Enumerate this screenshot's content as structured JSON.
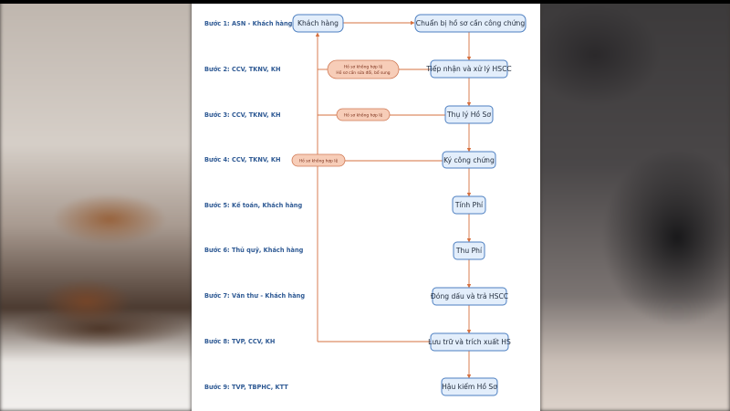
{
  "steps": [
    {
      "label": "Bước 1: ASN - Khách hàng"
    },
    {
      "label": "Bước 2: CCV, TKNV, KH"
    },
    {
      "label": "Bước 3:  CCV, TKNV, KH"
    },
    {
      "label": "Bước 4:  CCV, TKNV, KH"
    },
    {
      "label": "Bước 5: Kế toán, Khách hàng"
    },
    {
      "label": "Bước 6: Thủ quỹ, Khách hàng"
    },
    {
      "label": "Bước 7: Văn thư - Khách hàng"
    },
    {
      "label": "Bước 8: TVP, CCV, KH"
    },
    {
      "label": "Bước 9: TVP, TBPHC, KTT"
    }
  ],
  "nodes": {
    "customer": "Khách hàng",
    "prepare": "Chuẩn bị hồ sơ cần công chứng",
    "receive": "Tiếp nhận và xử lý HSCC",
    "accept": "Thụ lý Hồ Sơ",
    "sign": "Ký công chứng",
    "calc_fee": "Tính Phí",
    "collect_fee": "Thu Phí",
    "stamp": "Đóng dấu và trả HSCC",
    "archive": "Lưu trữ và trích xuất HS",
    "post_audit": "Hậu kiểm Hồ Sơ"
  },
  "rejections": {
    "r1_line1": "Hồ sơ không hợp lệ",
    "r1_line2": "Hồ sơ cần sửa đổi, bổ sung",
    "r2": "Hồ sơ không hợp lệ",
    "r3": "Hồ sơ không hợp lệ"
  },
  "colors": {
    "step_text": "#2f5a94",
    "box_fill": "#e3eefb",
    "box_border": "#4d7fc0",
    "arrow": "#d6703f",
    "reject_fill": "#f7cdb8"
  }
}
